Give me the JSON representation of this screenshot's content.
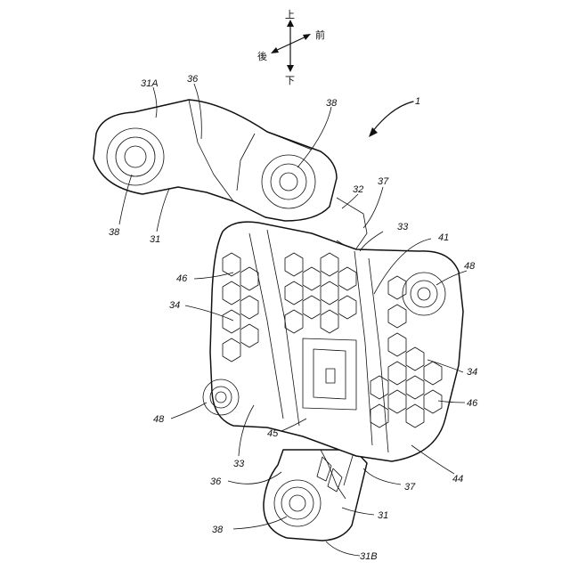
{
  "directions": {
    "up": "上",
    "down": "下",
    "front": "前",
    "rear": "後"
  },
  "labels": {
    "assembly": "1",
    "l31A": "31A",
    "l36_top": "36",
    "l38_top": "38",
    "l32": "32",
    "l37_top": "37",
    "l33_top": "33",
    "l41": "41",
    "l48_right": "48",
    "l46_left": "46",
    "l34_left": "34",
    "l34_right": "34",
    "l46_right": "46",
    "l48_left": "48",
    "l45": "45",
    "l33_bottom": "33",
    "l44": "44",
    "l36_bottom": "36",
    "l37_bottom": "37",
    "l31_top": "31",
    "l31_bottom": "31",
    "l38_left": "38",
    "l38_bottom": "38",
    "l31B": "31B"
  }
}
